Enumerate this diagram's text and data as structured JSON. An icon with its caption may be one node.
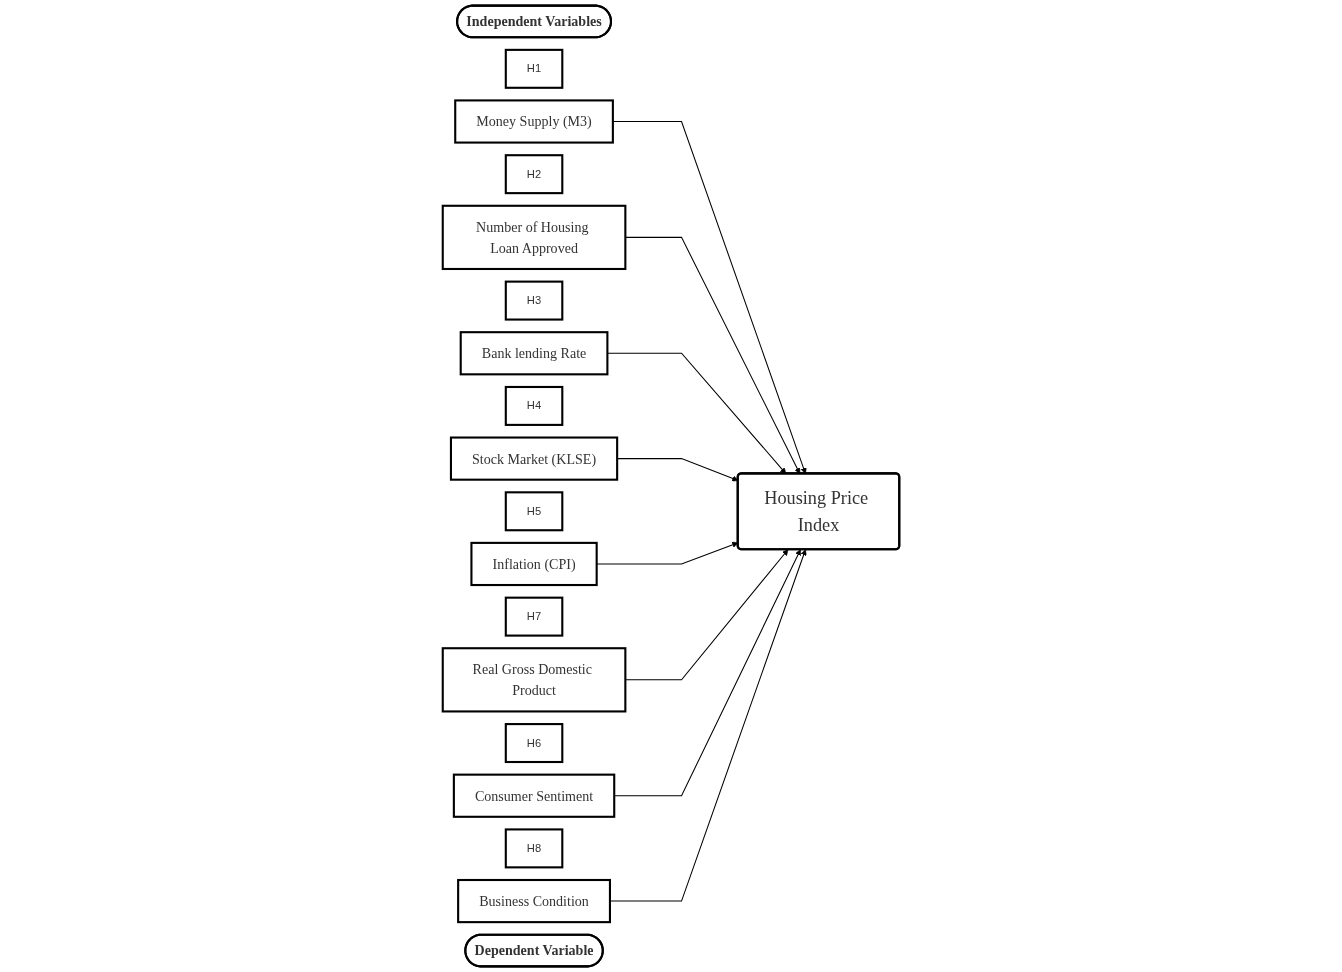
{
  "diagram": {
    "nodes": [
      {
        "text": [
          "Independent Variables"
        ]
      },
      {
        "text": [
          "H1"
        ]
      },
      {
        "text": [
          "Money Supply (M3)"
        ]
      },
      {
        "text": [
          "H2"
        ]
      },
      {
        "text": [
          "Number of Housing Loan Approved"
        ]
      },
      {
        "text": [
          "H3"
        ]
      },
      {
        "text": [
          "Bank lending Rate"
        ]
      },
      {
        "text": [
          "H4"
        ]
      },
      {
        "text": [
          "Stock Market (KLSE)"
        ]
      },
      {
        "text": [
          "H5"
        ]
      },
      {
        "text": [
          "Inflation (CPI)"
        ]
      },
      {
        "text": [
          "H7"
        ]
      },
      {
        "text": [
          "Real Gross Domestic Product"
        ]
      },
      {
        "text": [
          "H6"
        ]
      },
      {
        "text": [
          "Consumer Sentiment"
        ]
      },
      {
        "text": [
          "H8"
        ]
      },
      {
        "text": [
          "Business Condition"
        ]
      },
      {
        "text": [
          "Dependent Variable"
        ]
      },
      {
        "text": [
          "Housing Price Index"
        ]
      }
    ],
    "edges": [
      {
        "from": 2,
        "to": 18,
        "arrow": "to"
      },
      {
        "from": 4,
        "to": 18,
        "arrow": "to"
      },
      {
        "from": 6,
        "to": 18,
        "arrow": "to"
      },
      {
        "from": 8,
        "to": 18,
        "arrow": "to"
      },
      {
        "from": 10,
        "to": 18,
        "arrow": "to"
      },
      {
        "from": 12,
        "to": 18,
        "arrow": "to"
      },
      {
        "from": 14,
        "to": 18,
        "arrow": "to"
      },
      {
        "from": 16,
        "to": 18,
        "arrow": "to"
      }
    ]
  }
}
